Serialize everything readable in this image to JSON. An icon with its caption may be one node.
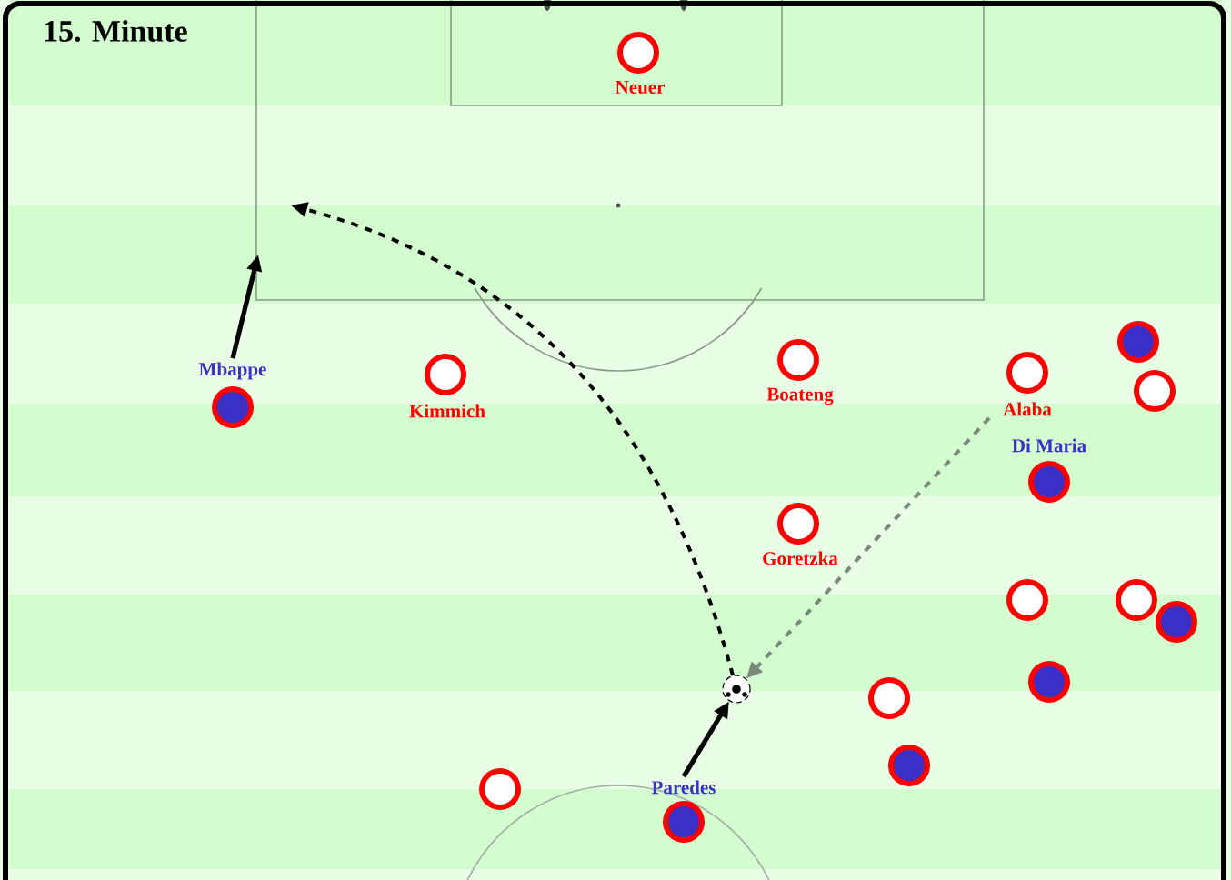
{
  "diagram": {
    "title": "15. Minute",
    "nodes": [
      {
        "text": [
          "Neuer"
        ]
      },
      {
        "text": [
          "Mbappe"
        ]
      },
      {
        "text": [
          "Kimmich"
        ]
      },
      {
        "text": [
          "Boateng"
        ]
      },
      {
        "text": [
          "Alaba"
        ]
      },
      {
        "text": [],
        "shape": "circle"
      },
      {
        "text": [],
        "shape": "circle"
      },
      {
        "text": [
          "Di Maria"
        ]
      },
      {
        "text": [
          "Goretzka"
        ]
      },
      {
        "text": [],
        "shape": "circle"
      },
      {
        "text": [],
        "shape": "circle"
      },
      {
        "text": [],
        "shape": "circle"
      },
      {
        "text": [],
        "shape": "circle"
      },
      {
        "text": [],
        "shape": "picture"
      },
      {
        "text": [],
        "shape": "circle"
      },
      {
        "text": [],
        "shape": "circle"
      },
      {
        "text": [],
        "shape": "circle"
      },
      {
        "text": [
          "Paredes"
        ]
      }
    ],
    "edges": [
      {
        "from": 1,
        "to": null,
        "arrow": "to"
      },
      {
        "from": 13,
        "to": null,
        "arrow": "to",
        "style": "dashed"
      },
      {
        "from": 4,
        "to": 13,
        "arrow": "to",
        "style": "dashed",
        "color": "#7a8a7a"
      },
      {
        "from": 17,
        "to": 13,
        "arrow": "to"
      }
    ]
  }
}
